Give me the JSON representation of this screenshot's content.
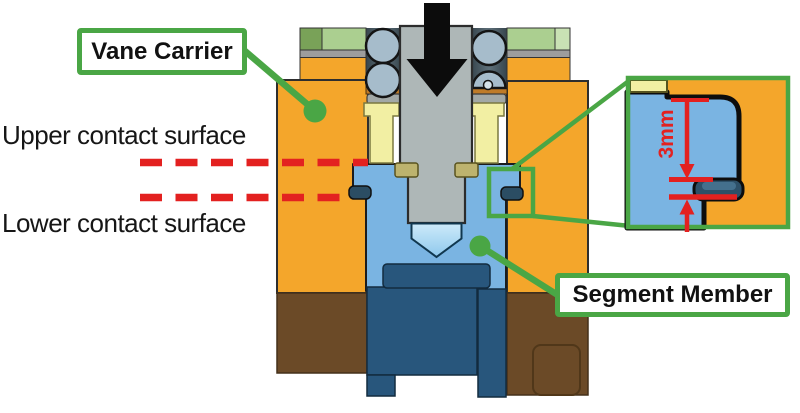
{
  "labels": {
    "vane_carrier": "Vane Carrier",
    "segment_member": "Segment Member",
    "upper_contact": "Upper contact surface",
    "lower_contact": "Lower contact surface"
  },
  "inset": {
    "dimension_label": "3mm"
  },
  "diagram": {
    "parts": [
      {
        "name": "Vane Carrier",
        "color": "#f4a62b"
      },
      {
        "name": "Segment Member",
        "color": "#7ab4e2"
      },
      {
        "name": "Segment base",
        "color": "#28567c"
      },
      {
        "name": "Casing",
        "color": "#6b4a27"
      },
      {
        "name": "Shaft / tool",
        "color": "#aeb7b7"
      }
    ],
    "load_arrow_direction": "down"
  },
  "colors": {
    "annotation_green": "#4aa645",
    "highlight_red": "#e32120",
    "vane_carrier_orange": "#f4a62b",
    "segment_member_blue": "#7ab4e2",
    "segment_base_navy": "#28567c",
    "casing_brown": "#6b4a27",
    "shaft_gray": "#aeb7b7"
  }
}
